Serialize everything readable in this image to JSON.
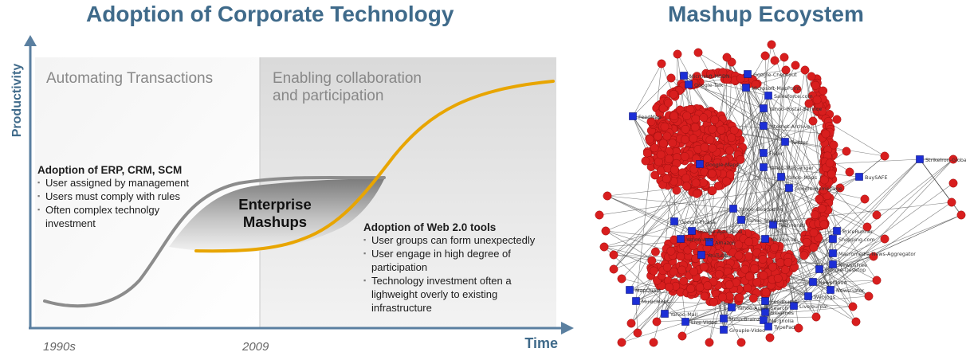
{
  "left_panel": {
    "title": "Adoption of Corporate Technology",
    "y_axis_label": "Productivity",
    "x_axis_label": "Time",
    "x_ticks": [
      "1990s",
      "2009"
    ],
    "region_left": "Automating Transactions",
    "region_right_line1": "Enabling collaboration",
    "region_right_line2": "and participation",
    "gap_label_line1": "Enterprise",
    "gap_label_line2": "Mashups",
    "block_erp": {
      "heading": "Adoption of ERP, CRM, SCM",
      "bullets": [
        "User assigned by management",
        "Users must comply with rules",
        "Often complex technolgy investment"
      ]
    },
    "block_web20": {
      "heading": "Adoption of Web 2.0 tools",
      "bullets": [
        "User groups can form unexpectedly",
        "User engage in high degree of participation",
        "Technology investment often a lighweight overly to existing infrastructure"
      ]
    },
    "colors": {
      "old_curve": "#8c8c8c",
      "new_curve": "#e8a500",
      "axis": "#5a7fa0",
      "right_bg": "#e6e6e6"
    }
  },
  "right_panel": {
    "title": "Mashup Ecoystem",
    "node_labels": [
      "Microsoft-MSDN",
      "Google-Checkout",
      "Google-Talk",
      "Microsoft-MapPoint",
      "Salesforce.com",
      "Yahoo-Postal-Service",
      "FeedMap",
      "Internet-Archive",
      "Google-Maps",
      "Twitter",
      "Flickr",
      "BuySAFE",
      "StrikeIron-Global",
      "Yahoo-Messenger",
      "Yahoo-Maps",
      "Google-Homepage",
      "Yahoo-Geocoding",
      "Yahoo-Shopping",
      "Technorati",
      "Google-Picasa",
      "Google-Ajax-Feed",
      "Yahoo-Ads",
      "Amazon",
      "del.icio.us",
      "YouTube",
      "Shopping.com",
      "Macromedia-News-Aggregator",
      "PriceRunner",
      "NewsIsFree",
      "Google-Desktop",
      "NewsCloud",
      "NewsGator",
      "Weblogs",
      "Feedburner",
      "Bloglines",
      "LiveJournal",
      "Yahoo-Audio-Search",
      "Ma.gnolia",
      "TypePad",
      "MapQuest",
      "MusicMobs",
      "Yahoo-Mail",
      "Live-Video",
      "MusicBrainz",
      "Groupie-Video"
    ],
    "colors": {
      "node_red": "#d81e1e",
      "node_blue": "#1c2ed6",
      "edge": "#555555"
    }
  }
}
